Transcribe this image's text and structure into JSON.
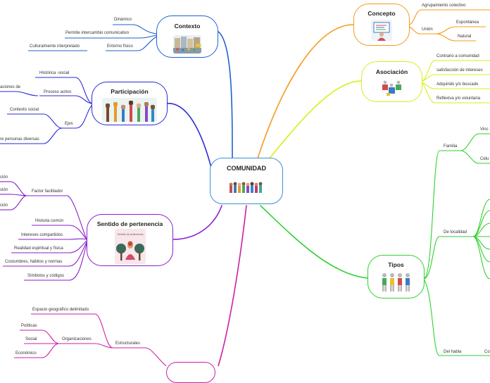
{
  "center": {
    "title": "COMUNIDAD"
  },
  "contexto": {
    "title": "Contexto",
    "items": [
      "Dinámico",
      "Permite intercambio comunicativo",
      "Entorno físico",
      "Culturalmente interpretado"
    ]
  },
  "participacion": {
    "title": "Participación",
    "items": [
      "Histórica -social",
      "Proceso activo",
      "aciones de",
      "Contexto social",
      "Ejes",
      "re personas diversas"
    ]
  },
  "sentido": {
    "title": "Sentido de pertenencia",
    "poster_text": "Sentido de pertenencia",
    "items": [
      "ción",
      "sión",
      "ción",
      "Factor facilitador",
      "Historia común",
      "Intereses compartidos",
      "Realidad espiritual y física",
      "Costumbres, hábitos y normas",
      "Símbolos y códigos"
    ]
  },
  "estructurales": {
    "items": [
      "Espacio geográfico delimitado",
      "Políticas",
      "Social",
      "Económico",
      "Organizaciones",
      "Estructurales"
    ]
  },
  "concepto": {
    "title": "Concepto",
    "items": [
      "Agrupamiento colectivo",
      "Unión",
      "Espontánea",
      "Natural"
    ]
  },
  "asociacion": {
    "title": "Asociación",
    "items": [
      "Contrario a comunidad",
      "satisfacción de intereses",
      "Adquirido y/o buscado",
      "Reflexiva y/o voluntaria"
    ]
  },
  "tipos": {
    "title": "Tipos",
    "items": [
      "Familia",
      "Vinc",
      "Célu",
      "De localidad",
      "Del habla",
      "Co"
    ]
  },
  "colors": {
    "contexto": "#1f5fd1",
    "participacion": "#2b2bd6",
    "sentido": "#8a1fc9",
    "estructurales": "#cc1fa6",
    "concepto": "#f59b1a",
    "asociacion": "#d8ee1a",
    "tipos": "#2fd12f",
    "center": "#3b8fd4"
  }
}
